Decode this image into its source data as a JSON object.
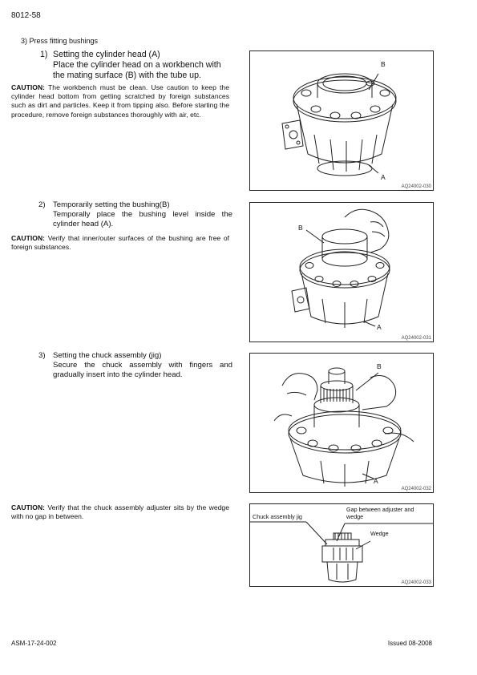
{
  "page_number": "8012-58",
  "section_title": "3) Press fitting bushings",
  "step1": {
    "number": "1)",
    "title": "Setting the cylinder head (A)",
    "line1": "Place the cylinder head on a workbench with",
    "line2": "the mating surface (B) with the tube up."
  },
  "caution1": {
    "label": "CAUTION:",
    "text": " The workbench must be clean. Use caution to keep the cylinder head bottom from getting scratched by foreign substances such as dirt and particles. Keep it from tipping also. Before starting the procedure, remove foreign substances thoroughly with air, etc."
  },
  "step2": {
    "number": "2)",
    "title": "Temporarily setting the bushing(B)",
    "text": "Temporally place the bushing level inside the cylinder head (A)."
  },
  "caution2": {
    "label": "CAUTION:",
    "text": " Verify that inner/outer surfaces of the bushing are free of foreign substances."
  },
  "step3": {
    "number": "3)",
    "title": "Setting the chuck assembly (jig)",
    "text": "Secure the chuck assembly with fingers and gradually insert into the cylinder head."
  },
  "caution3": {
    "label": "CAUTION:",
    "text": " Verify that the chuck assembly adjuster sits by the wedge with no gap in between."
  },
  "figures": {
    "fig1": {
      "label_b": "B",
      "label_a": "A",
      "code": "AQ24002-030"
    },
    "fig2": {
      "label_b": "B",
      "label_a": "A",
      "code": "AQ24002-031"
    },
    "fig3": {
      "label_b": "B",
      "label_a": "A",
      "code": "AQ24002-032"
    },
    "fig4": {
      "chuck_label": "Chuck assembly jig",
      "gap_label_1": "Gap between adjuster and",
      "gap_label_2": "wedge",
      "wedge_label": "Wedge",
      "code": "AQ24002-033"
    }
  },
  "footer": {
    "doc_id": "ASM-17-24-002",
    "issued": "Issued 08-2008"
  }
}
